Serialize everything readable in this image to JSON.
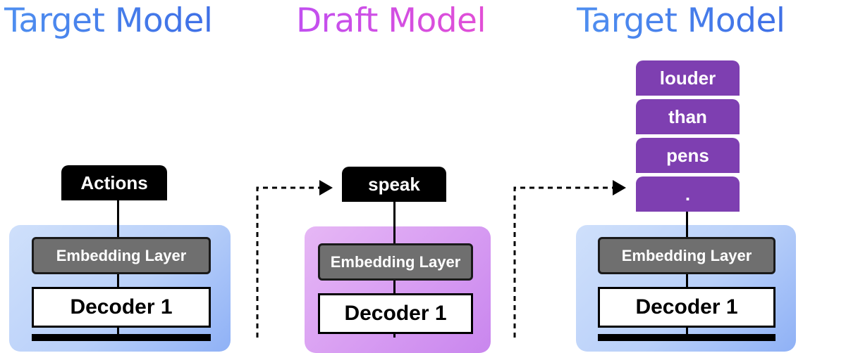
{
  "columns": [
    {
      "title": "Target Model",
      "token_labels": [
        "Actions"
      ],
      "embedding_label": "Embedding Layer",
      "decoder_label": "Decoder 1"
    },
    {
      "title": "Draft Model",
      "token_labels": [
        "speak"
      ],
      "embedding_label": "Embedding Layer",
      "decoder_label": "Decoder 1"
    },
    {
      "title": "Target Model",
      "token_labels": [
        "louder",
        "than",
        "pens",
        "."
      ],
      "embedding_label": "Embedding Layer",
      "decoder_label": "Decoder 1"
    }
  ],
  "colors": {
    "target_title": "#4a84ee",
    "draft_title": "#d04fe6",
    "target_panel": "#c3d6fa",
    "draft_panel": "#dba6f3",
    "purple_token": "#7e3fb1"
  }
}
